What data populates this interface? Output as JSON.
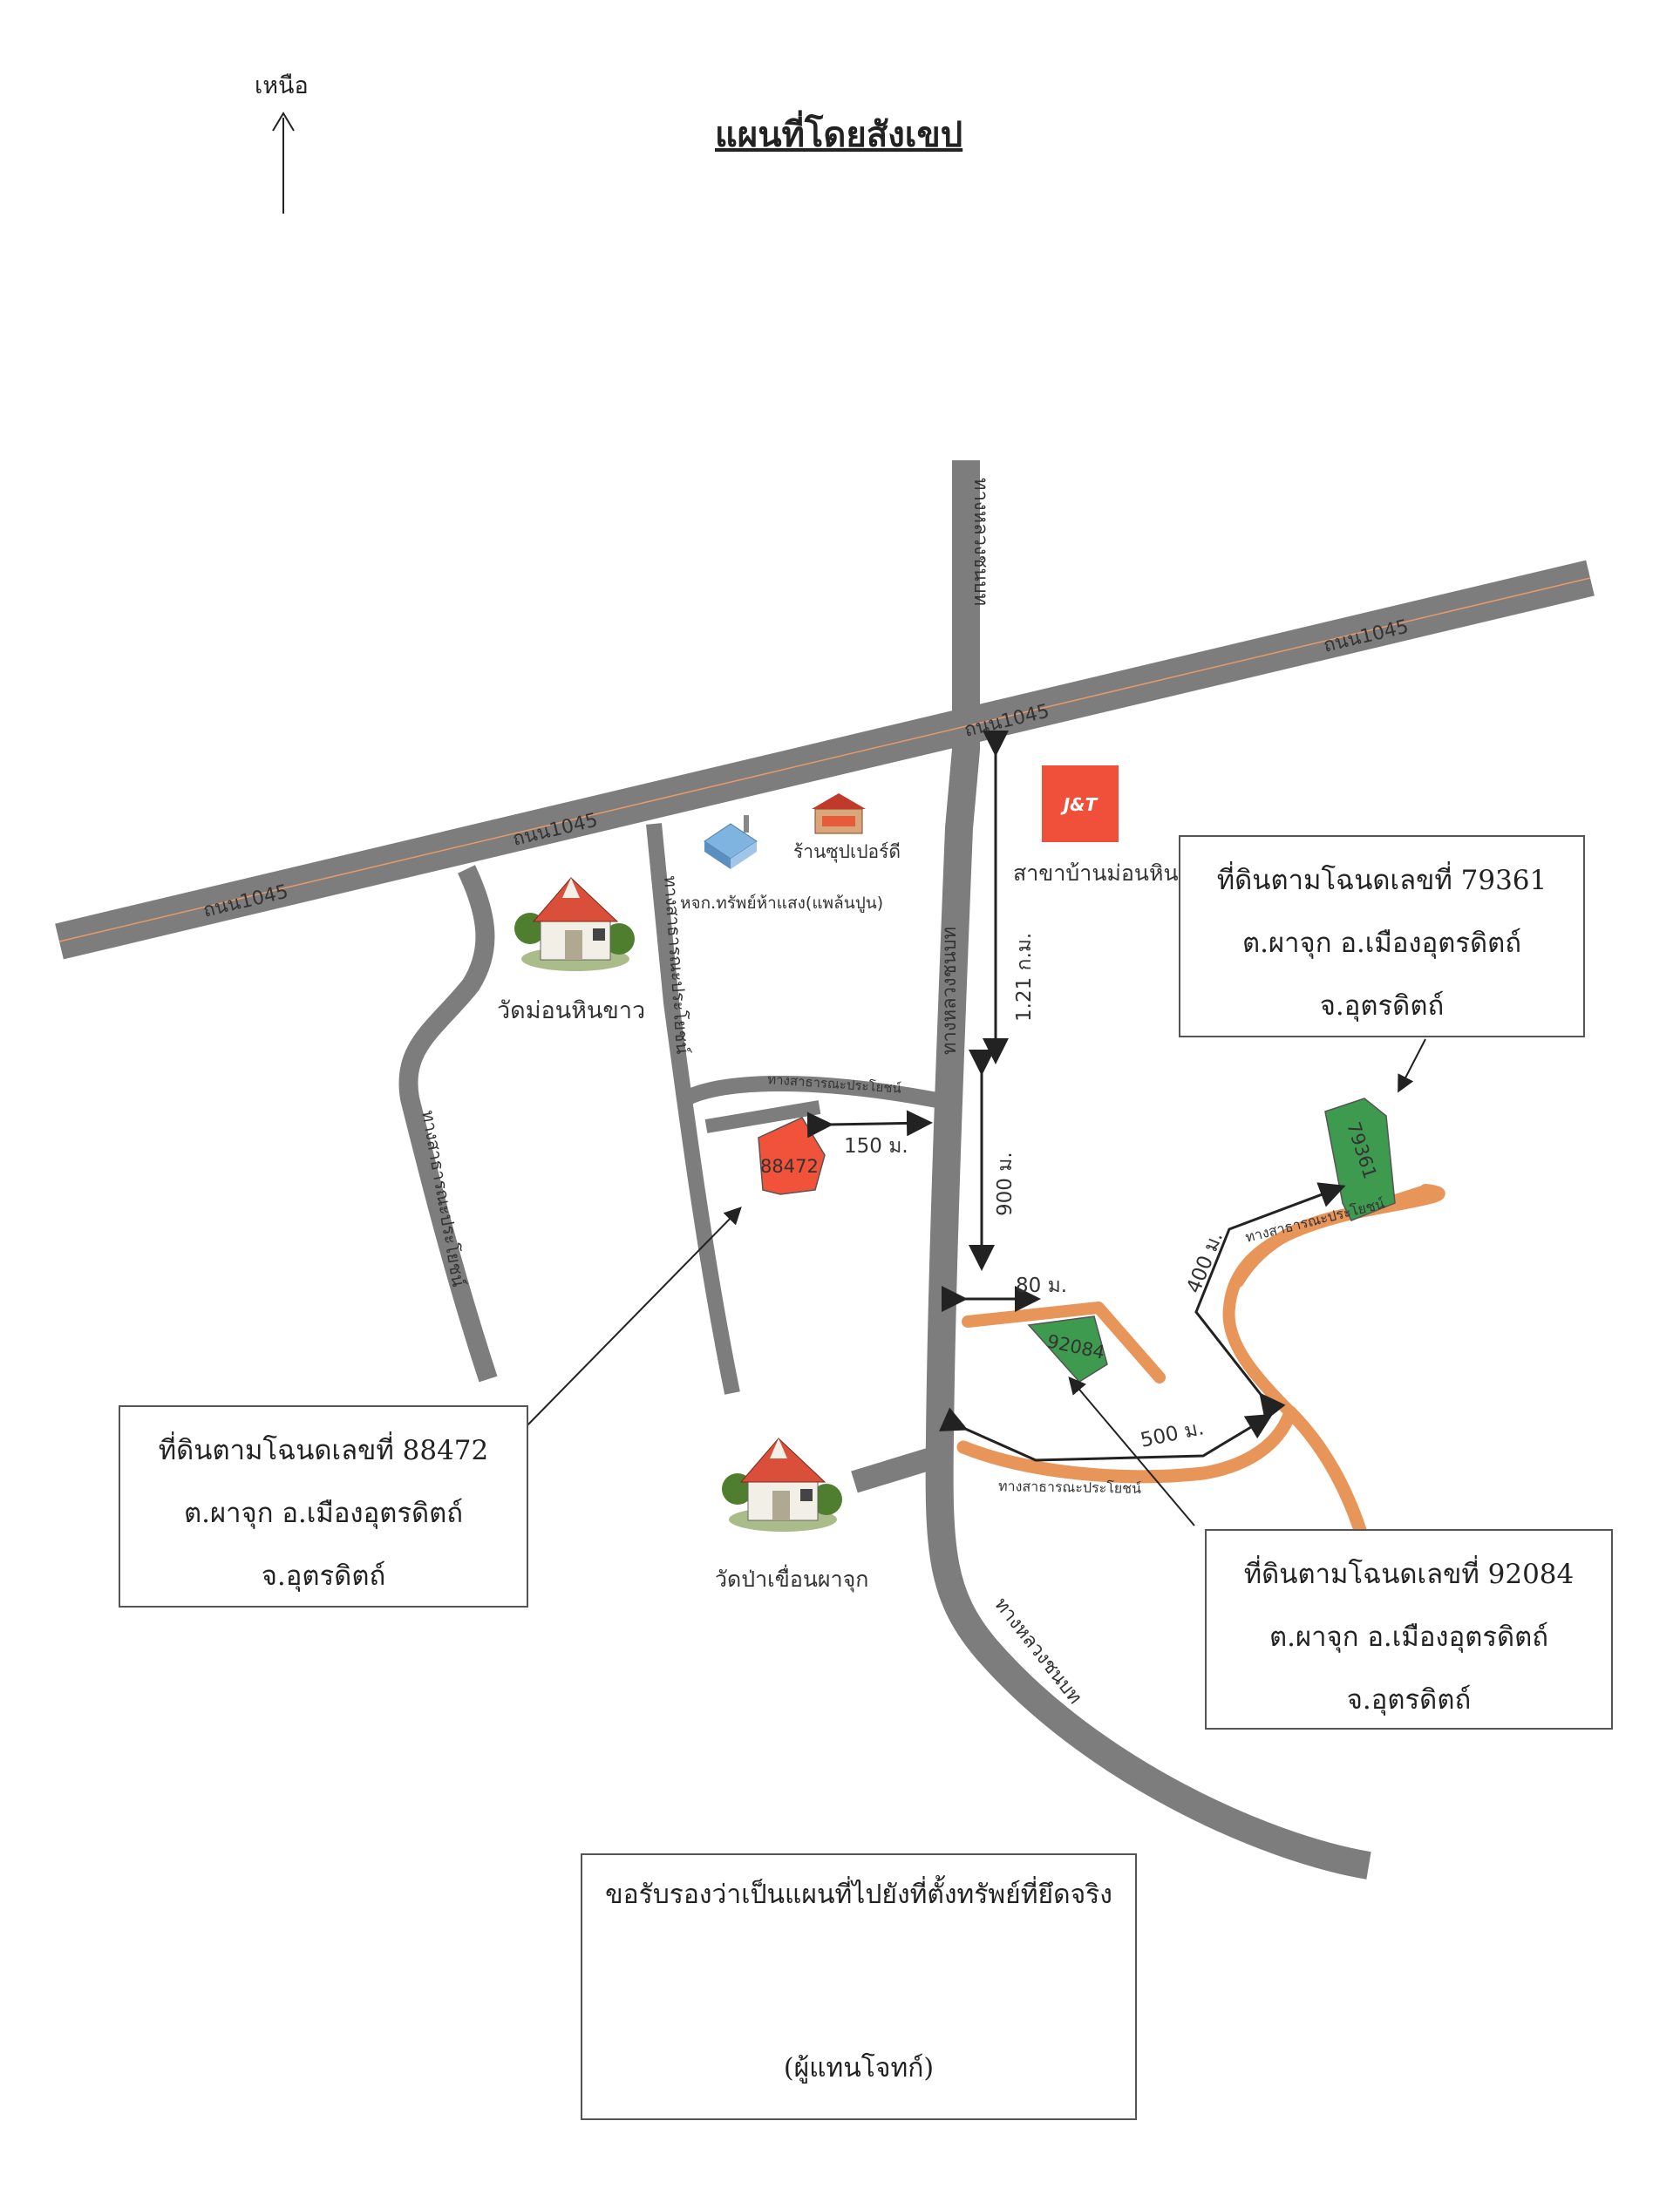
{
  "title": "แผนที่โดยสังเขป",
  "north_label": "เหนือ",
  "roads": {
    "main_horizontal": "ถนน1045",
    "highway_label": "ทางหลวงชนบท",
    "highway_top_label": "ทางหลวงชนบท",
    "highway_bottom_label": "ทางหลวงชนบท",
    "public_road": "ทางสาธารณะประโยชน์",
    "public_road_left": "ทางสาธารณะประโยชน์",
    "public_road_mid": "ทางสาธารณะประโยชน์"
  },
  "landmarks": {
    "wat_mon_hin_khao": "วัดม่อนหินขาว",
    "wat_pa_khuean": "วัดป่าเขื่อนผาจุก",
    "supermarket": "ร้านซุปเปอร์ดี",
    "hardware": "หจก.ทรัพย์ห้าแสง(แพล้นปูน)",
    "jt_branch": "สาขาบ้านม่อนหิน",
    "jt_logo": "J&T"
  },
  "distances": {
    "d_1_21": "1.21 ก.ม.",
    "d_150": "150 ม.",
    "d_900": "900 ม.",
    "d_80": "80 ม.",
    "d_400": "400 ม.",
    "d_500": "500 ม."
  },
  "parcels": {
    "p88472": "88472",
    "p92084": "92084",
    "p79361": "79361"
  },
  "boxes": {
    "box79361": {
      "line1": "ที่ดินตามโฉนดเลขที่ 79361",
      "line2": "ต.ผาจุก อ.เมืองอุตรดิตถ์",
      "line3": "จ.อุตรดิตถ์"
    },
    "box88472": {
      "line1": "ที่ดินตามโฉนดเลขที่ 88472",
      "line2": "ต.ผาจุก อ.เมืองอุตรดิตถ์",
      "line3": "จ.อุตรดิตถ์"
    },
    "box92084": {
      "line1": "ที่ดินตามโฉนดเลขที่ 92084",
      "line2": "ต.ผาจุก อ.เมืองอุตรดิตถ์",
      "line3": "จ.อุตรดิตถ์"
    }
  },
  "certification": {
    "statement": "ขอรับรองว่าเป็นแผนที่ไปยังที่ตั้งทรัพย์ที่ยึดจริง",
    "signer": "(ผู้แทนโจทก์)"
  },
  "colors": {
    "road": "#7d7d7d",
    "public_road": "#e8955a",
    "parcel_red": "#f0523a",
    "parcel_green": "#3e9a4e",
    "jt_red": "#f0503a"
  }
}
